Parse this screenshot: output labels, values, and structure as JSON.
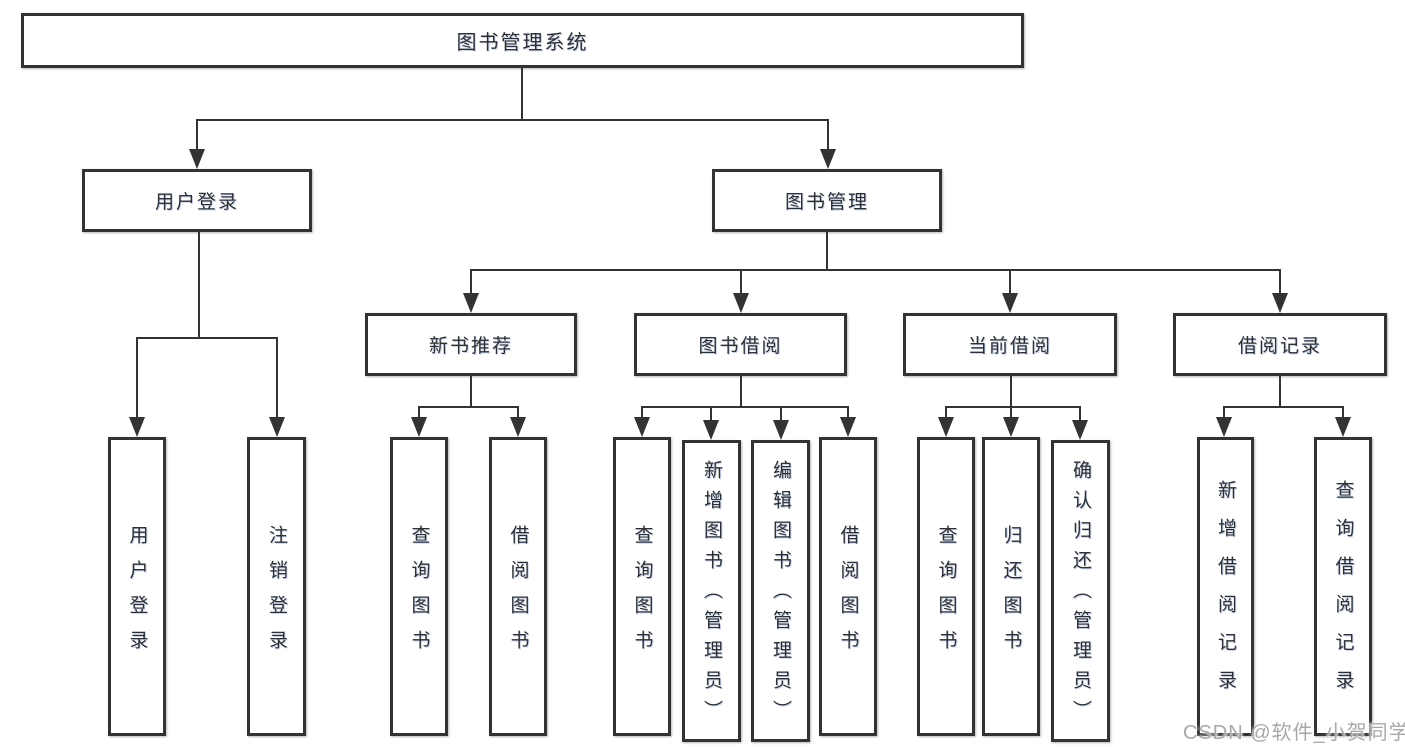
{
  "diagram_type": "hierarchy-tree",
  "colors": {
    "line": "#333333",
    "box_background": "#ffffff",
    "text": "#2f2f2f",
    "watermark": "#a8a8a8"
  },
  "tree": {
    "label": "图书管理系统",
    "children": [
      {
        "label": "用户登录",
        "children": [
          {
            "label": "用户登录"
          },
          {
            "label": "注销登录"
          }
        ]
      },
      {
        "label": "图书管理",
        "children": [
          {
            "label": "新书推荐",
            "children": [
              {
                "label": "查询图书"
              },
              {
                "label": "借阅图书"
              }
            ]
          },
          {
            "label": "图书借阅",
            "children": [
              {
                "label": "查询图书"
              },
              {
                "label": "新增图书（管理员）"
              },
              {
                "label": "编辑图书（管理员）"
              },
              {
                "label": "借阅图书"
              }
            ]
          },
          {
            "label": "当前借阅",
            "children": [
              {
                "label": "查询图书"
              },
              {
                "label": "归还图书"
              },
              {
                "label": "确认归还（管理员）"
              }
            ]
          },
          {
            "label": "借阅记录",
            "children": [
              {
                "label": "新增借阅记录"
              },
              {
                "label": "查询借阅记录"
              }
            ]
          }
        ]
      }
    ]
  },
  "watermark": "CSDN @软件_小贺同学"
}
